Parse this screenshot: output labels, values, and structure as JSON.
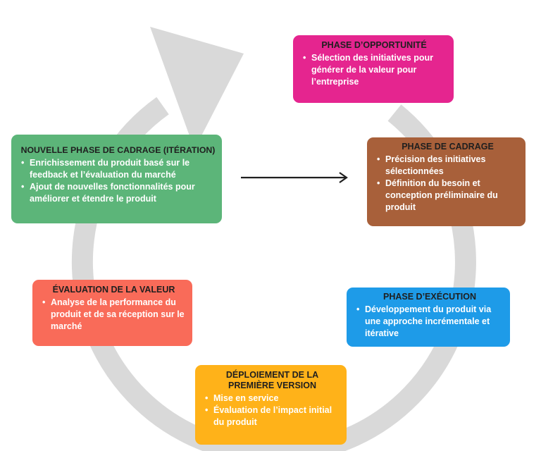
{
  "colors": {
    "opportunity": "#e5258f",
    "cadrage": "#a8603a",
    "execution": "#1e9be8",
    "deploiement": "#ffb219",
    "evaluation": "#f96b59",
    "nouvelle": "#5cb579",
    "cycle_arrow": "#d9d9d9",
    "center_arrow": "#1f1f1f"
  },
  "phases": {
    "opportunity": {
      "title": "PHASE D’OPPORTUNITÉ",
      "bullets": [
        "Sélection des initiatives pour générer de la valeur pour l’entreprise"
      ]
    },
    "cadrage": {
      "title": "PHASE DE CADRAGE",
      "bullets": [
        "Précision des initiatives sélectionnées",
        "Définition du besoin et conception préliminaire du produit"
      ]
    },
    "execution": {
      "title": "PHASE D’EXÉCUTION",
      "bullets": [
        "Développement du produit via une approche incrémentale et itérative"
      ]
    },
    "deploiement": {
      "title": "DÉPLOIEMENT DE LA PREMIÈRE VERSION",
      "bullets": [
        "Mise en service",
        "Évaluation de l’impact initial du produit"
      ]
    },
    "evaluation": {
      "title": "ÉVALUATION DE LA VALEUR",
      "bullets": [
        "Analyse de la performance du produit et de sa réception sur le marché"
      ]
    },
    "nouvelle": {
      "title": "NOUVELLE PHASE DE CADRAGE (ITÉRATION)",
      "bullets": [
        "Enrichissement du produit basé sur le feedback et l’évaluation du marché",
        "Ajout de nouvelles fonctionnalités pour améliorer et étendre le produit"
      ]
    }
  }
}
